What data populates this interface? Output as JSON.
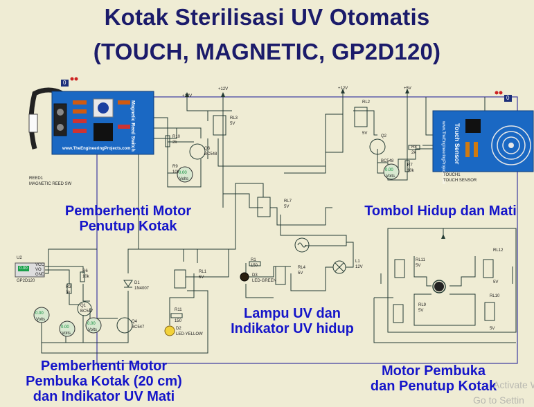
{
  "title": {
    "line1": "Kotak Sterilisasi UV Otomatis",
    "line2": "(TOUCH, MAGNETIC, GP2D120)"
  },
  "sections": {
    "motor_stop_close": [
      "Pemberhenti Motor",
      "Penutup Kotak"
    ],
    "power_button": "Tombol Hidup dan Mati",
    "uv_lamp": [
      "Lampu UV dan",
      "Indikator UV hidup"
    ],
    "motor_stop_open": [
      "Pemberhenti Motor",
      "Pembuka Kotak (20 cm)",
      "dan Indikator UV Mati"
    ],
    "motor_open_close": [
      "Motor Pembuka",
      "dan Penutup Kotak"
    ]
  },
  "modules": {
    "reed": {
      "board_text": "Magnetic Reed Switch",
      "site": "www.TheEngineeringProjects.com",
      "ref": "REED1",
      "type": "MAGNETIC REED SW"
    },
    "touch": {
      "board_text": "Touch Sensor",
      "site": "www.TheEngineeringProjects.com",
      "ref": "TOUCH1",
      "type": "TOUCH SENSOR"
    },
    "gp2d120": {
      "ref": "U2",
      "type": "GP2D120",
      "pins": [
        "VCC",
        "VO",
        "GND"
      ]
    },
    "probe_left": "0",
    "probe_right": "0"
  },
  "components": {
    "rl3": "RL3",
    "rl3v": "5V",
    "rl2": "RL2",
    "rl2v": "5V",
    "rl7": "RL7",
    "rl7v": "5V",
    "rl1": "RL1",
    "rl1v": "5V",
    "rl4": "RL4",
    "rl4v": "5V",
    "rl11": "RL11",
    "rl11v": "5V",
    "rl12": "RL12",
    "rl12v": "5V",
    "rl9": "RL9",
    "rl9v": "5V",
    "rl10": "RL10",
    "rl10v": "5V",
    "r10": "R10",
    "r10v": "2k",
    "r9": "R9",
    "r9v": "10k",
    "r8": "R8",
    "r8v": "2k",
    "r7": "R7",
    "r7v": "10k",
    "r6": "R6",
    "r6v": "10k",
    "r3": "R3",
    "r3v": "3k",
    "r1": "R1",
    "r1v": "150",
    "r11": "R11",
    "r11v": "150",
    "q3": "Q3",
    "q3t": "BC548",
    "q2": "Q2",
    "q2t": "BC548",
    "q1": "Q1",
    "q1t": "BC547",
    "q4": "Q4",
    "q4t": "BC547",
    "d1": "D1",
    "d1t": "1N4007",
    "d2": "D2",
    "d2t": "LED-YELLOW",
    "d3": "D3",
    "d3t": "LED-GREEN",
    "l1": "L1",
    "l1t": "12V",
    "vcc12": "+12V",
    "vcc5": "+5V",
    "volts": "Volts",
    "meter_vals": [
      "0.00",
      "0.00",
      "0.00",
      "0.00",
      "0.00",
      "0.00"
    ]
  },
  "watermark": [
    "Activate W",
    "Go to Settin"
  ]
}
